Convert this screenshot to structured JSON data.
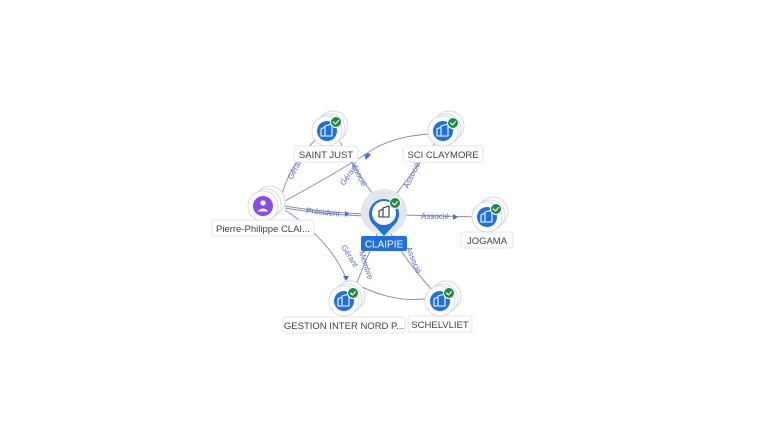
{
  "graph": {
    "center": {
      "label": "CLAIPIE",
      "icon": "building-icon",
      "verified": true
    },
    "nodes": [
      {
        "id": "saint-just",
        "label": "SAINT JUST",
        "type": "company",
        "icon": "building-icon",
        "verified": true
      },
      {
        "id": "sci-claymore",
        "label": "SCI CLAYMORE",
        "type": "company",
        "icon": "building-icon",
        "verified": true
      },
      {
        "id": "pierre-philippe",
        "label": "Pierre-Philippe CLAI...",
        "type": "person",
        "icon": "person-icon",
        "verified": false
      },
      {
        "id": "jogama",
        "label": "JOGAMA",
        "type": "company",
        "icon": "building-icon",
        "verified": true
      },
      {
        "id": "gestion-inter",
        "label": "GESTION INTER NORD P...",
        "type": "company",
        "icon": "building-icon",
        "verified": true
      },
      {
        "id": "schelvliet",
        "label": "SCHELVLIET",
        "type": "company",
        "icon": "building-icon",
        "verified": true
      }
    ],
    "edges": [
      {
        "from": "pierre-philippe",
        "to": "saint-just",
        "label": "Gérant"
      },
      {
        "from": "pierre-philippe",
        "to": "sci-claymore",
        "label": "Gérant"
      },
      {
        "from": "pierre-philippe",
        "to": "center",
        "label": "Président"
      },
      {
        "from": "pierre-philippe",
        "to": "gestion-inter",
        "label": "Gérant"
      },
      {
        "from": "center",
        "to": "saint-just",
        "label": "Associé"
      },
      {
        "from": "center",
        "to": "sci-claymore",
        "label": "Associé"
      },
      {
        "from": "center",
        "to": "jogama",
        "label": "Associé"
      },
      {
        "from": "center",
        "to": "gestion-inter",
        "label": "Membre"
      },
      {
        "from": "center",
        "to": "schelvliet",
        "label": "Associé"
      }
    ]
  },
  "colors": {
    "company": "#1f6fe5",
    "person": "#8a4be8",
    "verified": "#1e8e3e",
    "edge": "#8a93a6",
    "edge_label": "#5b6bd6"
  }
}
